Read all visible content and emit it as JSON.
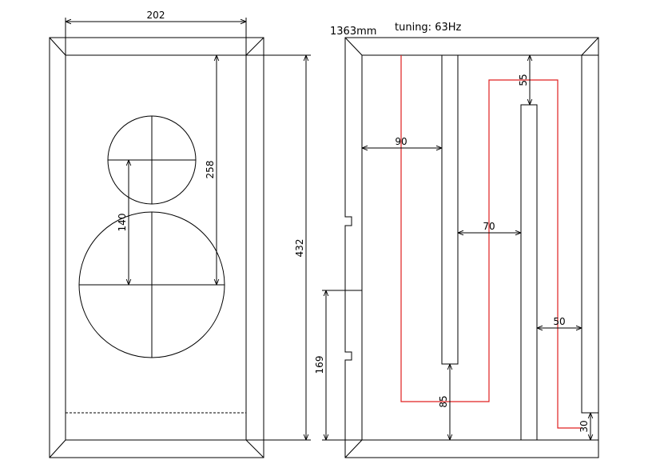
{
  "header": {
    "length_label": "1363mm",
    "tuning_label": "tuning: 63Hz"
  },
  "front_view": {
    "dims": {
      "width": "202",
      "height": "432",
      "driver_spacing": "140",
      "tweeter_height": "258"
    }
  },
  "side_view": {
    "dims": {
      "d90": "90",
      "d70": "70",
      "d55": "55",
      "d50": "50",
      "d85": "85",
      "d30": "30",
      "d169": "169"
    }
  },
  "colors": {
    "line": "#000000",
    "path": "#e02020"
  }
}
